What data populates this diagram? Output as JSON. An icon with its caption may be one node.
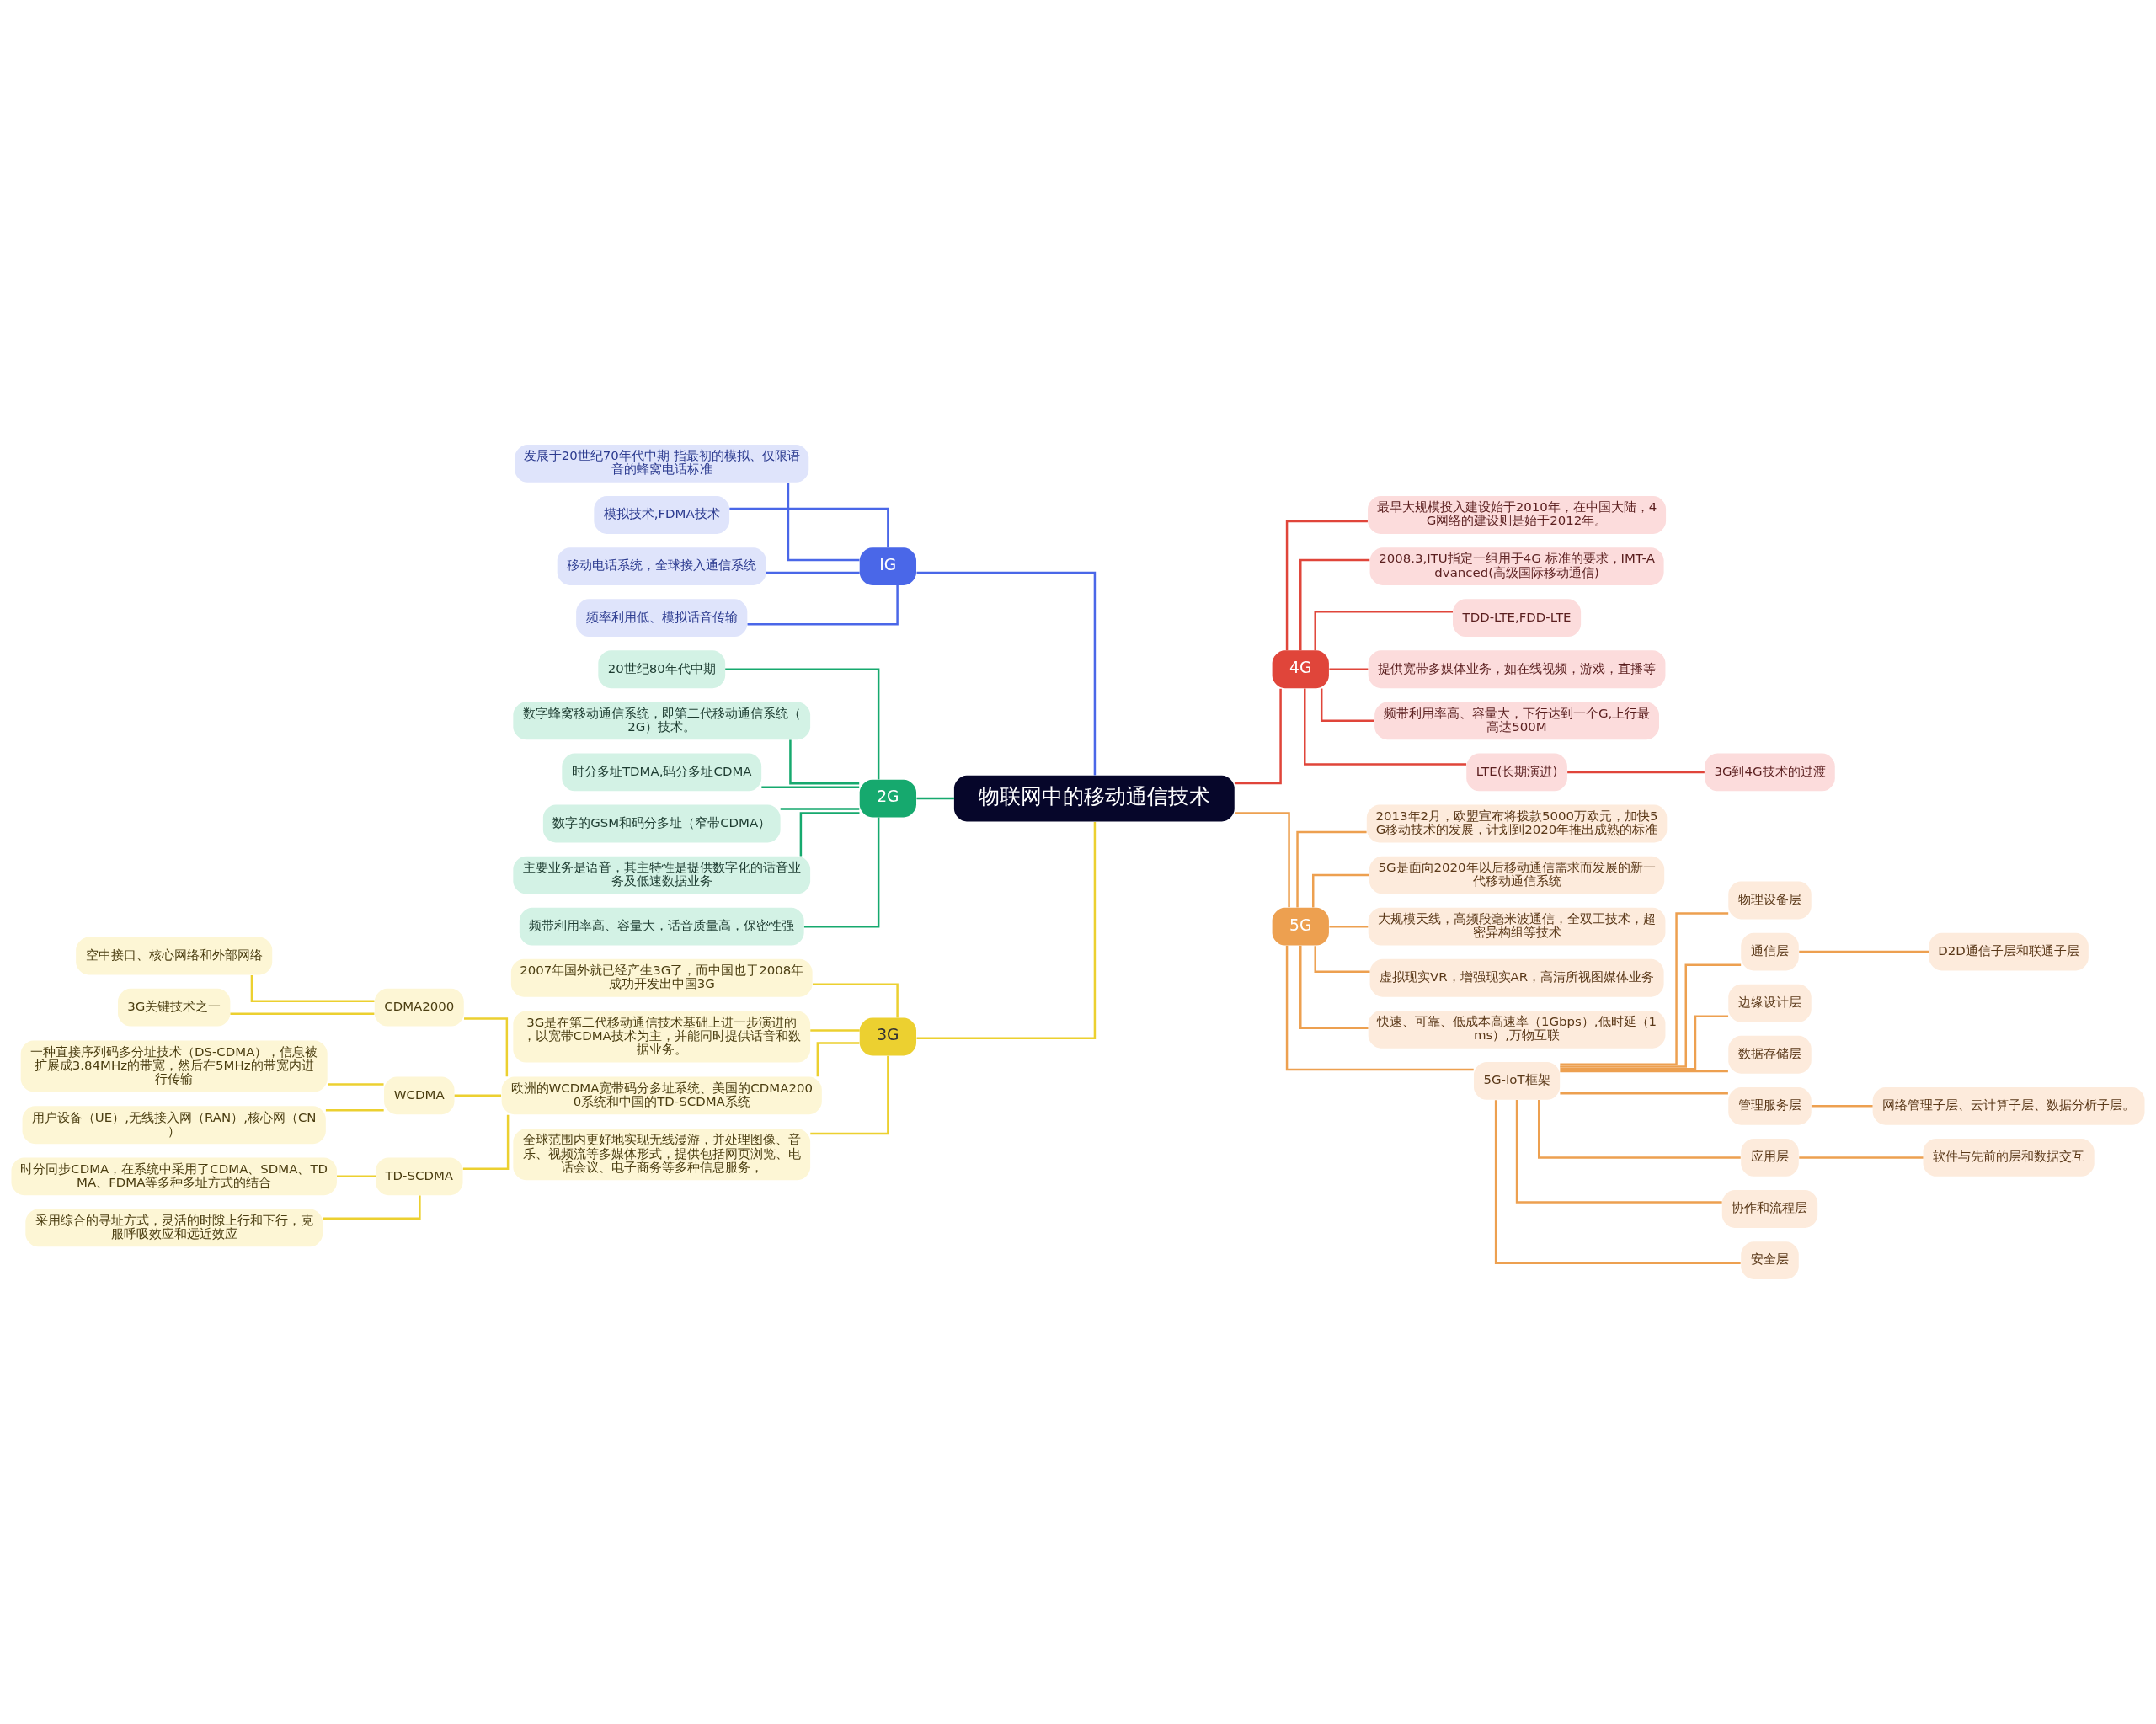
{
  "diagram": {
    "nodes": [
      {
        "text": [
          "物联网中的移动通信技术"
        ]
      },
      {
        "text": [
          "IG"
        ]
      },
      {
        "text": [
          "发展于20世纪70年代中期 指最初的模拟、仅限语音的蜂窝电话标准"
        ]
      },
      {
        "text": [
          "模拟技术,FDMA技术"
        ]
      },
      {
        "text": [
          "移动电话系统，全球接入通信系统"
        ]
      },
      {
        "text": [
          "频率利用低、模拟话音传输"
        ]
      },
      {
        "text": [
          "2G"
        ]
      },
      {
        "text": [
          "20世纪80年代中期"
        ]
      },
      {
        "text": [
          "数字蜂窝移动通信系统，即第二代移动通信系统（2G）技术。"
        ]
      },
      {
        "text": [
          "时分多址TDMA,码分多址CDMA"
        ]
      },
      {
        "text": [
          "数字的GSM和码分多址（窄带CDMA）"
        ]
      },
      {
        "text": [
          "主要业务是语音，其主特性是提供数字化的话音业务及低速数据业务"
        ]
      },
      {
        "text": [
          "频带利用率高、容量大，话音质量高，保密性强"
        ]
      },
      {
        "text": [
          "3G"
        ]
      },
      {
        "text": [
          "2007年国外就已经产生3G了，而中国也于2008年成功开发出中国3G"
        ]
      },
      {
        "text": [
          "3G是在第二代移动通信技术基础上进一步演进的，以宽带CDMA技术为主，并能同时提供话音和数据业务。"
        ]
      },
      {
        "text": [
          "欧洲的WCDMA宽带码分多址系统、美国的CDMA2000系统和中国的TD-SCDMA系统"
        ]
      },
      {
        "text": [
          "CDMA2000"
        ]
      },
      {
        "text": [
          "空中接口、核心网络和外部网络"
        ]
      },
      {
        "text": [
          "3G关键技术之一"
        ]
      },
      {
        "text": [
          "WCDMA"
        ]
      },
      {
        "text": [
          "一种直接序列码多分址技术（DS-CDMA），信息被扩展成3.84MHz的带宽，然后在5MHz的带宽内进行传输"
        ]
      },
      {
        "text": [
          "用户设备（UE）,无线接入网（RAN）,核心网（CN）"
        ]
      },
      {
        "text": [
          "TD-SCDMA"
        ]
      },
      {
        "text": [
          "时分同步CDMA，在系统中采用了CDMA、SDMA、TDMA、FDMA等多种多址方式的结合"
        ]
      },
      {
        "text": [
          "采用综合的寻址方式，灵活的时隙上行和下行，克服呼吸效应和远近效应"
        ]
      },
      {
        "text": [
          "全球范围内更好地实现无线漫游，并处理图像、音乐、视频流等多媒体形式，提供包括网页浏览、电话会议、电子商务等多种信息服务，"
        ]
      },
      {
        "text": [
          "4G"
        ]
      },
      {
        "text": [
          "最早大规模投入建设始于2010年，在中国大陆，4G网络的建设则是始于2012年。"
        ]
      },
      {
        "text": [
          "2008.3,ITU指定一组用于4G 标准的要求，IMT-Advanced(高级国际移动通信)"
        ]
      },
      {
        "text": [
          "TDD-LTE,FDD-LTE"
        ]
      },
      {
        "text": [
          "提供宽带多媒体业务，如在线视频，游戏，直播等"
        ]
      },
      {
        "text": [
          "频带利用率高、容量大，下行达到一个G,上行最高达500M"
        ]
      },
      {
        "text": [
          "LTE(长期演进)"
        ]
      },
      {
        "text": [
          "3G到4G技术的过渡"
        ]
      },
      {
        "text": [
          "5G"
        ]
      },
      {
        "text": [
          "2013年2月，欧盟宣布将拨款5000万欧元，加快5G移动技术的发展，计划到2020年推出成熟的标准"
        ]
      },
      {
        "text": [
          "5G是面向2020年以后移动通信需求而发展的新一代移动通信系统"
        ]
      },
      {
        "text": [
          "大规模天线，高频段毫米波通信，全双工技术，超密异构组等技术"
        ]
      },
      {
        "text": [
          "虚拟现实VR，增强现实AR，高清所视图媒体业务"
        ]
      },
      {
        "text": [
          "快速、可靠、低成本高速率（1Gbps）,低时延（1ms）,万物互联"
        ]
      },
      {
        "text": [
          "5G-IoT框架"
        ]
      },
      {
        "text": [
          "物理设备层"
        ]
      },
      {
        "text": [
          "通信层"
        ]
      },
      {
        "text": [
          "D2D通信子层和联通子层"
        ]
      },
      {
        "text": [
          "边缘设计层"
        ]
      },
      {
        "text": [
          "数据存储层"
        ]
      },
      {
        "text": [
          "管理服务层"
        ]
      },
      {
        "text": [
          "网络管理子层、云计算子层、数据分析子层。"
        ]
      },
      {
        "text": [
          "应用层"
        ]
      },
      {
        "text": [
          "软件与先前的层和数据交互"
        ]
      },
      {
        "text": [
          "协作和流程层"
        ]
      },
      {
        "text": [
          "安全层"
        ]
      }
    ],
    "edges": [
      {
        "from": 0,
        "to": 1,
        "arrow": "none",
        "color": "#4a67e8"
      },
      {
        "from": 1,
        "to": 2,
        "arrow": "none",
        "color": "#4a67e8"
      },
      {
        "from": 1,
        "to": 3,
        "arrow": "none",
        "color": "#4a67e8"
      },
      {
        "from": 1,
        "to": 4,
        "arrow": "none",
        "color": "#4a67e8"
      },
      {
        "from": 1,
        "to": 5,
        "arrow": "none",
        "color": "#4a67e8"
      },
      {
        "from": 0,
        "to": 6,
        "arrow": "none",
        "color": "#16a96e"
      },
      {
        "from": 6,
        "to": 7,
        "arrow": "none",
        "color": "#16a96e"
      },
      {
        "from": 6,
        "to": 8,
        "arrow": "none",
        "color": "#16a96e"
      },
      {
        "from": 6,
        "to": 9,
        "arrow": "none",
        "color": "#16a96e"
      },
      {
        "from": 6,
        "to": 10,
        "arrow": "none",
        "color": "#16a96e"
      },
      {
        "from": 6,
        "to": 11,
        "arrow": "none",
        "color": "#16a96e"
      },
      {
        "from": 6,
        "to": 12,
        "arrow": "none",
        "color": "#16a96e"
      },
      {
        "from": 0,
        "to": 13,
        "arrow": "none",
        "color": "#ecd030"
      },
      {
        "from": 13,
        "to": 14,
        "arrow": "none",
        "color": "#ecd030"
      },
      {
        "from": 13,
        "to": 15,
        "arrow": "none",
        "color": "#ecd030"
      },
      {
        "from": 13,
        "to": 16,
        "arrow": "none",
        "color": "#ecd030"
      },
      {
        "from": 16,
        "to": 17,
        "arrow": "none",
        "color": "#ecd030"
      },
      {
        "from": 17,
        "to": 18,
        "arrow": "none",
        "color": "#ecd030"
      },
      {
        "from": 17,
        "to": 19,
        "arrow": "none",
        "color": "#ecd030"
      },
      {
        "from": 16,
        "to": 20,
        "arrow": "none",
        "color": "#ecd030"
      },
      {
        "from": 20,
        "to": 21,
        "arrow": "none",
        "color": "#ecd030"
      },
      {
        "from": 20,
        "to": 22,
        "arrow": "none",
        "color": "#ecd030"
      },
      {
        "from": 16,
        "to": 23,
        "arrow": "none",
        "color": "#ecd030"
      },
      {
        "from": 23,
        "to": 24,
        "arrow": "none",
        "color": "#ecd030"
      },
      {
        "from": 23,
        "to": 25,
        "arrow": "none",
        "color": "#ecd030"
      },
      {
        "from": 13,
        "to": 26,
        "arrow": "none",
        "color": "#ecd030"
      },
      {
        "from": 0,
        "to": 27,
        "arrow": "none",
        "color": "#e0453a"
      },
      {
        "from": 27,
        "to": 28,
        "arrow": "none",
        "color": "#e0453a"
      },
      {
        "from": 27,
        "to": 29,
        "arrow": "none",
        "color": "#e0453a"
      },
      {
        "from": 27,
        "to": 30,
        "arrow": "none",
        "color": "#e0453a"
      },
      {
        "from": 27,
        "to": 31,
        "arrow": "none",
        "color": "#e0453a"
      },
      {
        "from": 27,
        "to": 32,
        "arrow": "none",
        "color": "#e0453a"
      },
      {
        "from": 27,
        "to": 33,
        "arrow": "none",
        "color": "#e0453a"
      },
      {
        "from": 33,
        "to": 34,
        "arrow": "none",
        "color": "#e0453a"
      },
      {
        "from": 0,
        "to": 35,
        "arrow": "none",
        "color": "#eda050"
      },
      {
        "from": 35,
        "to": 36,
        "arrow": "none",
        "color": "#eda050"
      },
      {
        "from": 35,
        "to": 37,
        "arrow": "none",
        "color": "#eda050"
      },
      {
        "from": 35,
        "to": 38,
        "arrow": "none",
        "color": "#eda050"
      },
      {
        "from": 35,
        "to": 39,
        "arrow": "none",
        "color": "#eda050"
      },
      {
        "from": 35,
        "to": 40,
        "arrow": "none",
        "color": "#eda050"
      },
      {
        "from": 35,
        "to": 41,
        "arrow": "none",
        "color": "#eda050"
      },
      {
        "from": 41,
        "to": 42,
        "arrow": "none",
        "color": "#eda050"
      },
      {
        "from": 41,
        "to": 43,
        "arrow": "none",
        "color": "#eda050"
      },
      {
        "from": 43,
        "to": 44,
        "arrow": "none",
        "color": "#eda050"
      },
      {
        "from": 41,
        "to": 45,
        "arrow": "none",
        "color": "#eda050"
      },
      {
        "from": 41,
        "to": 46,
        "arrow": "none",
        "color": "#eda050"
      },
      {
        "from": 41,
        "to": 47,
        "arrow": "none",
        "color": "#eda050"
      },
      {
        "from": 47,
        "to": 48,
        "arrow": "none",
        "color": "#eda050"
      },
      {
        "from": 41,
        "to": 49,
        "arrow": "none",
        "color": "#eda050"
      },
      {
        "from": 49,
        "to": 50,
        "arrow": "none",
        "color": "#eda050"
      },
      {
        "from": 41,
        "to": 51,
        "arrow": "none",
        "color": "#eda050"
      },
      {
        "from": 41,
        "to": 52,
        "arrow": "none",
        "color": "#eda050"
      }
    ]
  }
}
